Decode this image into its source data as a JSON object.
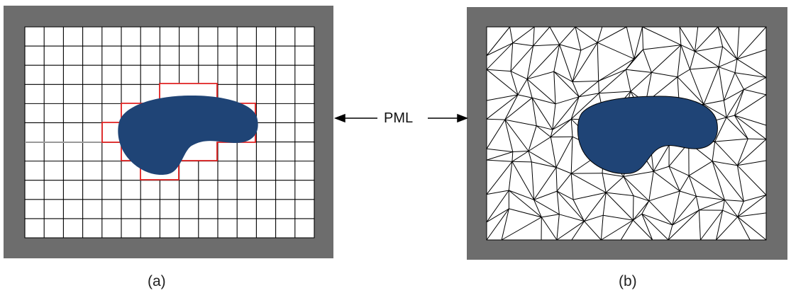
{
  "labels": {
    "pml": "PML",
    "panel_a_caption": "(a)",
    "panel_b_caption": "(b)"
  },
  "colors": {
    "pml_border": "#6d6d6d",
    "scatterer": "#1f4476",
    "staircase": "#e02020",
    "mesh_lines": "#000000",
    "background": "#ffffff"
  }
}
